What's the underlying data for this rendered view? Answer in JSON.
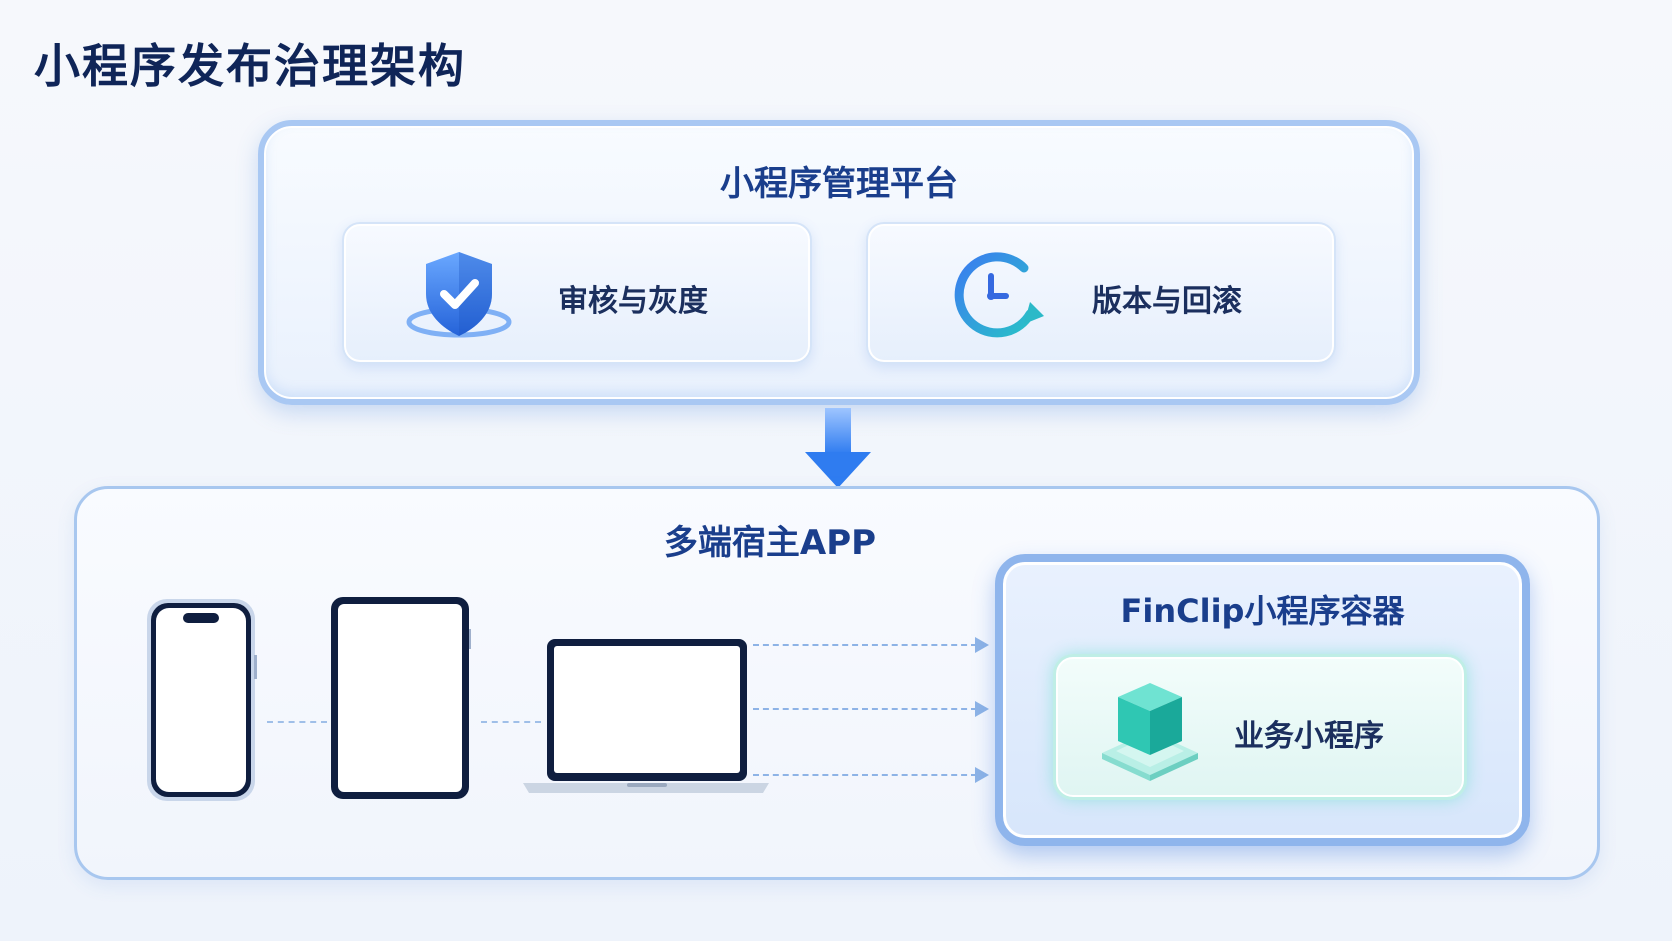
{
  "page": {
    "title": "小程序发布治理架构"
  },
  "platform": {
    "title": "小程序管理平台",
    "features": [
      {
        "label": "审核与灰度",
        "icon": "shield-check-icon"
      },
      {
        "label": "版本与回滚",
        "icon": "clock-rollback-icon"
      }
    ]
  },
  "host": {
    "title": "多端宿主APP",
    "devices": [
      {
        "icon": "smartphone-icon"
      },
      {
        "icon": "tablet-icon"
      },
      {
        "icon": "laptop-icon"
      }
    ],
    "container": {
      "title": "FinClip小程序容器",
      "mini_app": {
        "label": "业务小程序",
        "icon": "cube-icon"
      }
    }
  },
  "colors": {
    "title": "#0f2558",
    "heading": "#1a3e8c",
    "accent_blue": "#3b82f6",
    "accent_teal": "#2ec8b4",
    "border_blue": "#a9c8f3"
  }
}
